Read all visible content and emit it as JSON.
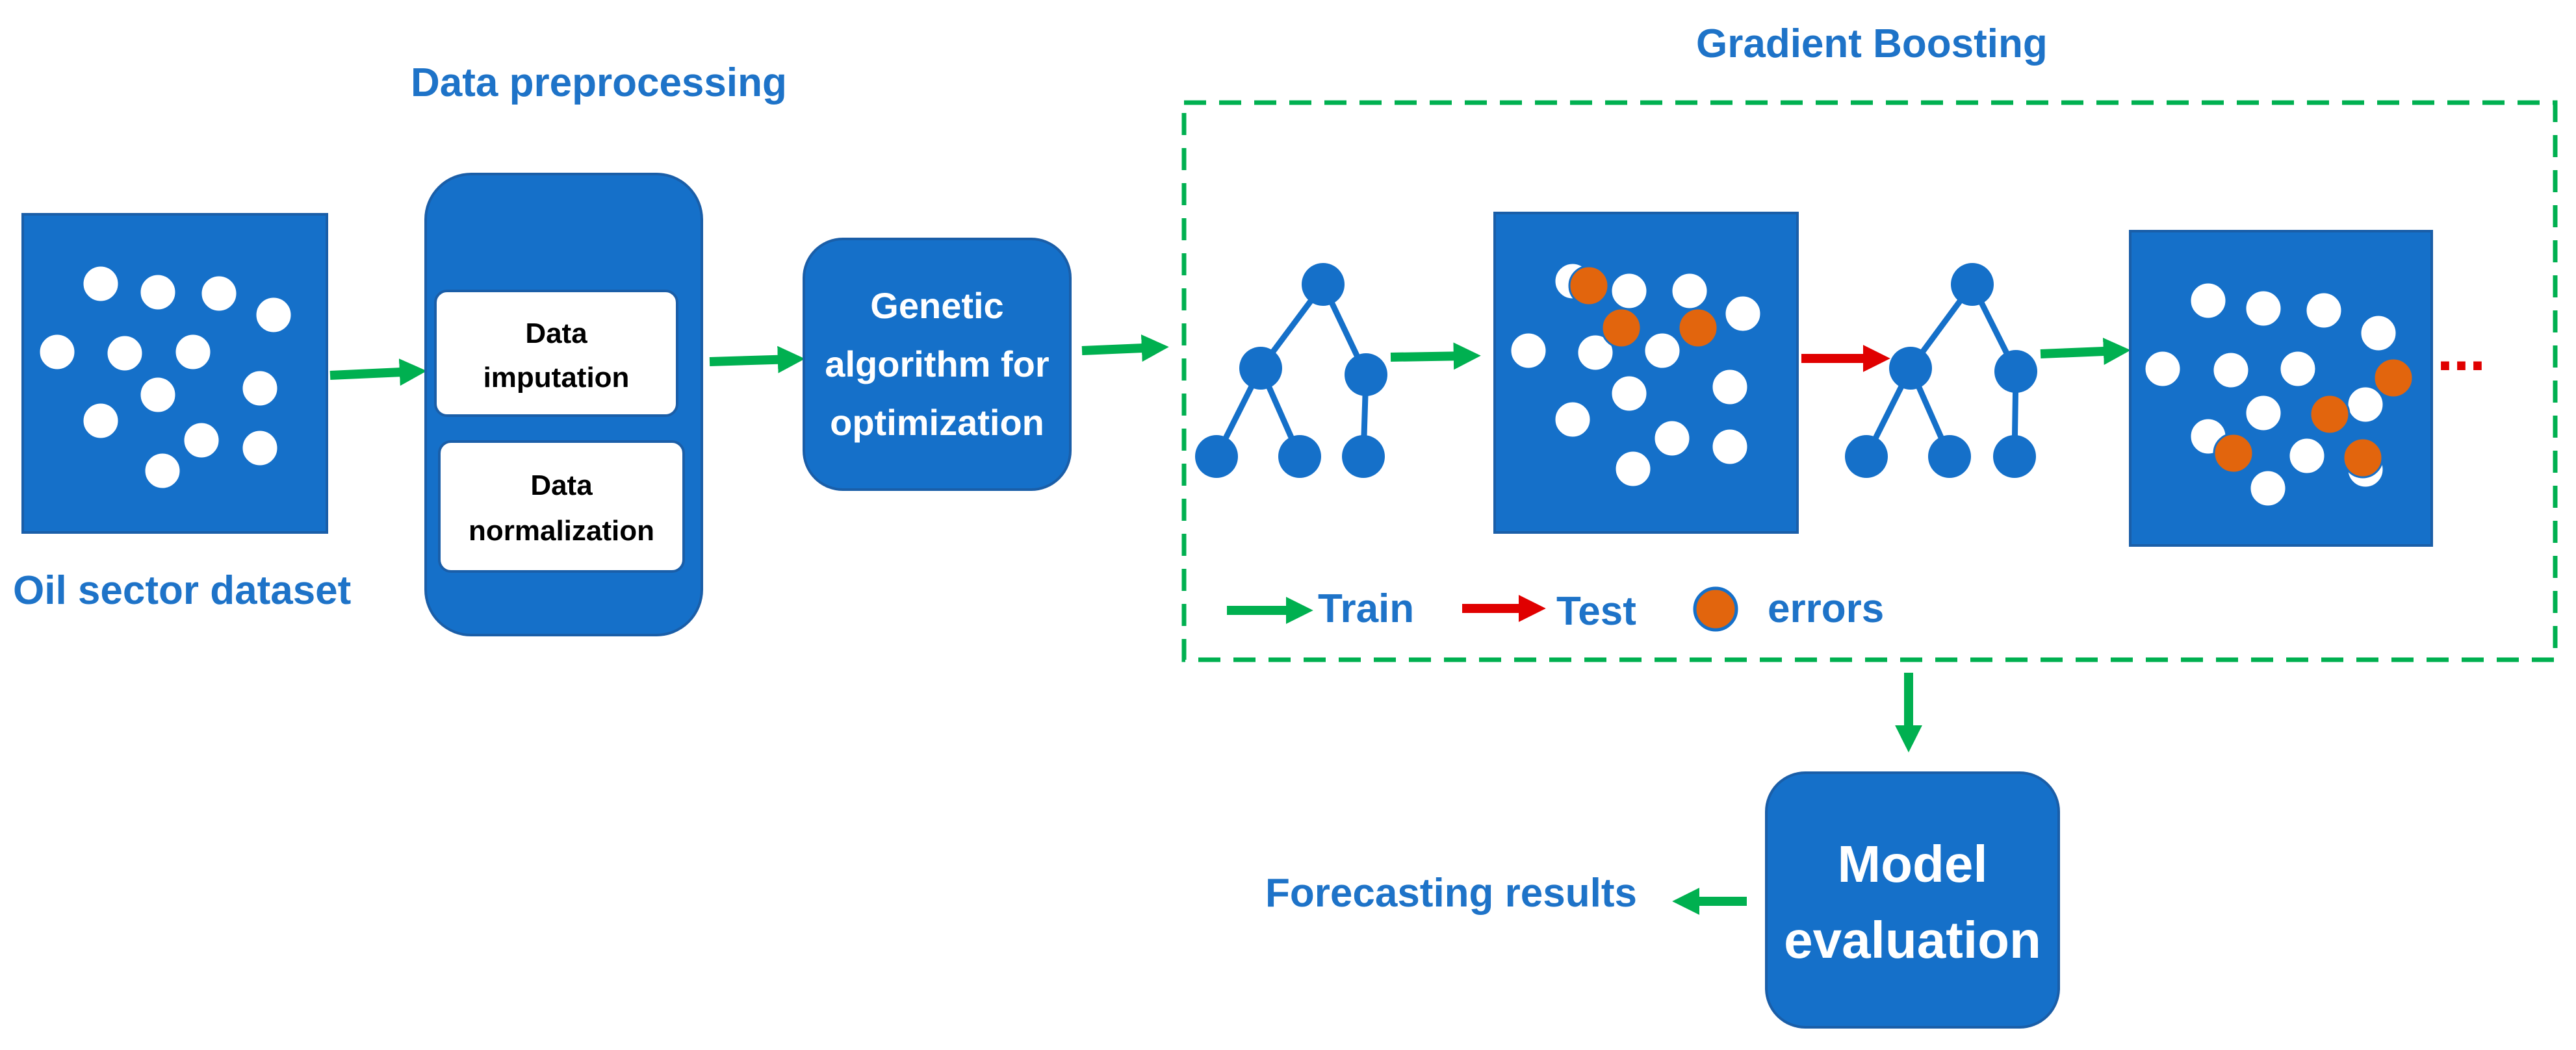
{
  "labels": {
    "dataset": "Oil sector dataset",
    "preprocessing_title": "Data preprocessing",
    "imputation_line1": "Data",
    "imputation_line2": "imputation",
    "normalization_line1": "Data",
    "normalization_line2": "normalization",
    "genetic_line1": "Genetic",
    "genetic_line2": "algorithm for",
    "genetic_line3": "optimization",
    "boosting_title": "Gradient Boosting",
    "evaluation_line1": "Model",
    "evaluation_line2": "evaluation",
    "forecasting": "Forecasting results",
    "continuation": "..."
  },
  "legend": {
    "train": "Train",
    "test": "Test",
    "errors": "errors"
  },
  "colors": {
    "box_blue": "#1570c9",
    "label_blue": "#1e73c8",
    "train_arrow": "#00b050",
    "test_arrow": "#e00000",
    "error_dot": "#e2650d",
    "dashed_border": "#00b050"
  }
}
